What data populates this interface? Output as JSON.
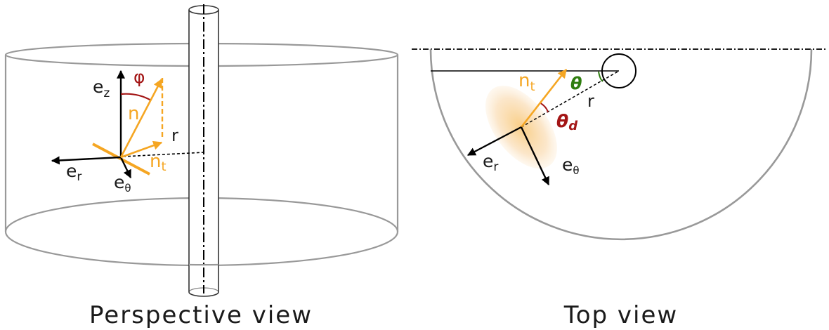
{
  "panels": {
    "perspective": {
      "caption": "Perspective view",
      "labels": {
        "ez_base": "e",
        "ez_sub": "z",
        "phi": "φ",
        "n": "n",
        "r": "r",
        "nt_base": "n",
        "nt_sub": "t",
        "er_base": "e",
        "er_sub": "r",
        "etheta_base": "e",
        "etheta_sub": "θ"
      }
    },
    "top": {
      "caption": "Top view",
      "labels": {
        "nt_base": "n",
        "nt_sub": "t",
        "theta": "θ",
        "r": "r",
        "theta_d_base": "θ",
        "theta_d_sub": "d",
        "er_base": "e",
        "er_sub": "r",
        "etheta_base": "e",
        "etheta_sub": "θ"
      }
    }
  },
  "colors": {
    "outline": "#999999",
    "black": "#000000",
    "orange": "#f5a623",
    "dark_red": "#a31515",
    "green": "#2e7d0f",
    "disk_fill": "#f7c98a"
  }
}
